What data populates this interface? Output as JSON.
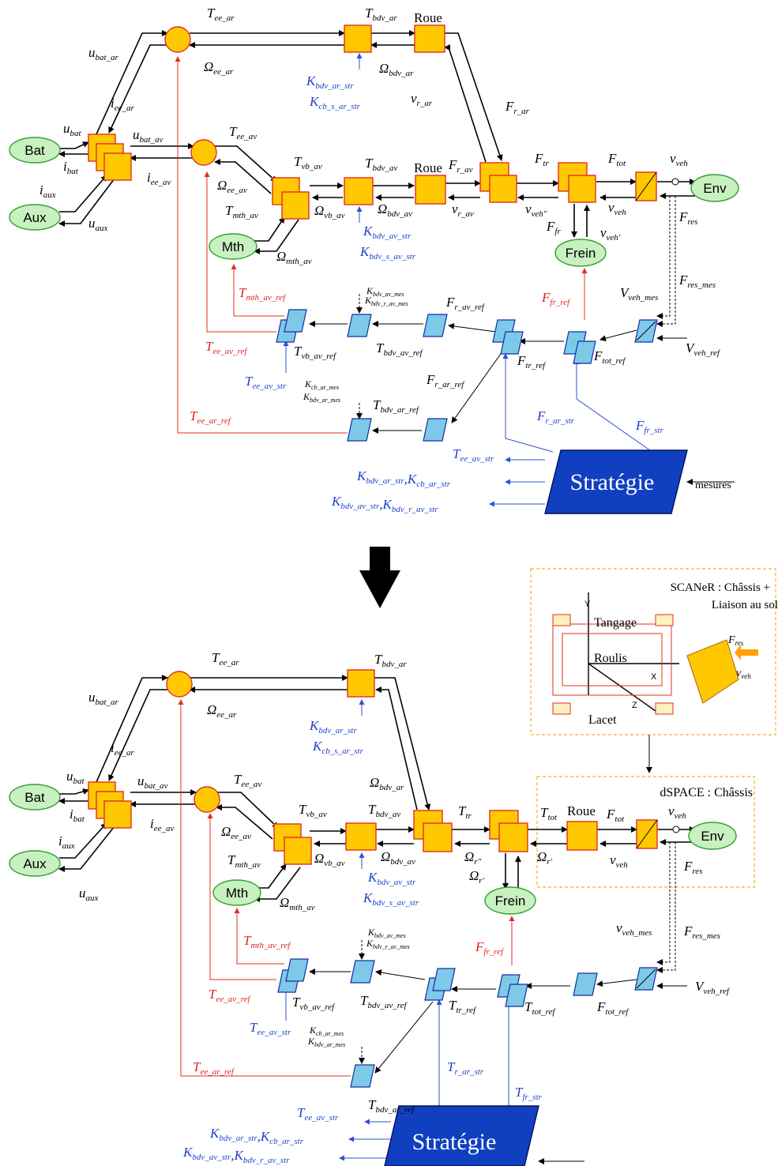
{
  "top": {
    "nodes": {
      "bat": "Bat",
      "aux": "Aux",
      "mth": "Mth",
      "frein": "Frein",
      "env": "Env"
    },
    "roue1": "Roue",
    "roue2": "Roue",
    "strategie": "Stratégie",
    "mesures": "mesures"
  },
  "bottom": {
    "nodes": {
      "bat": "Bat",
      "aux": "Aux",
      "mth": "Mth",
      "frein": "Frein",
      "env": "Env"
    },
    "roue": "Roue",
    "strategie": "Stratégie",
    "scaner_title_1": "SCANeR : Châssis +",
    "scaner_title_2": "Liaison au sol",
    "dspace_title": "dSPACE : Châssis",
    "tangage": "Tangage",
    "roulis": "Roulis",
    "lacet": "Lacet",
    "axis_x": "X",
    "axis_y": "Y",
    "axis_z": "Z"
  },
  "colors": {
    "effort_box": "#ffc800",
    "effort_border": "#e03020",
    "control_box": "#7ec8e8",
    "control_border": "#1030a0",
    "strategy": "#1040c0",
    "ellipse": "#c8f0c0",
    "label_blue": "#1f3fcc",
    "label_red": "#e32020"
  }
}
